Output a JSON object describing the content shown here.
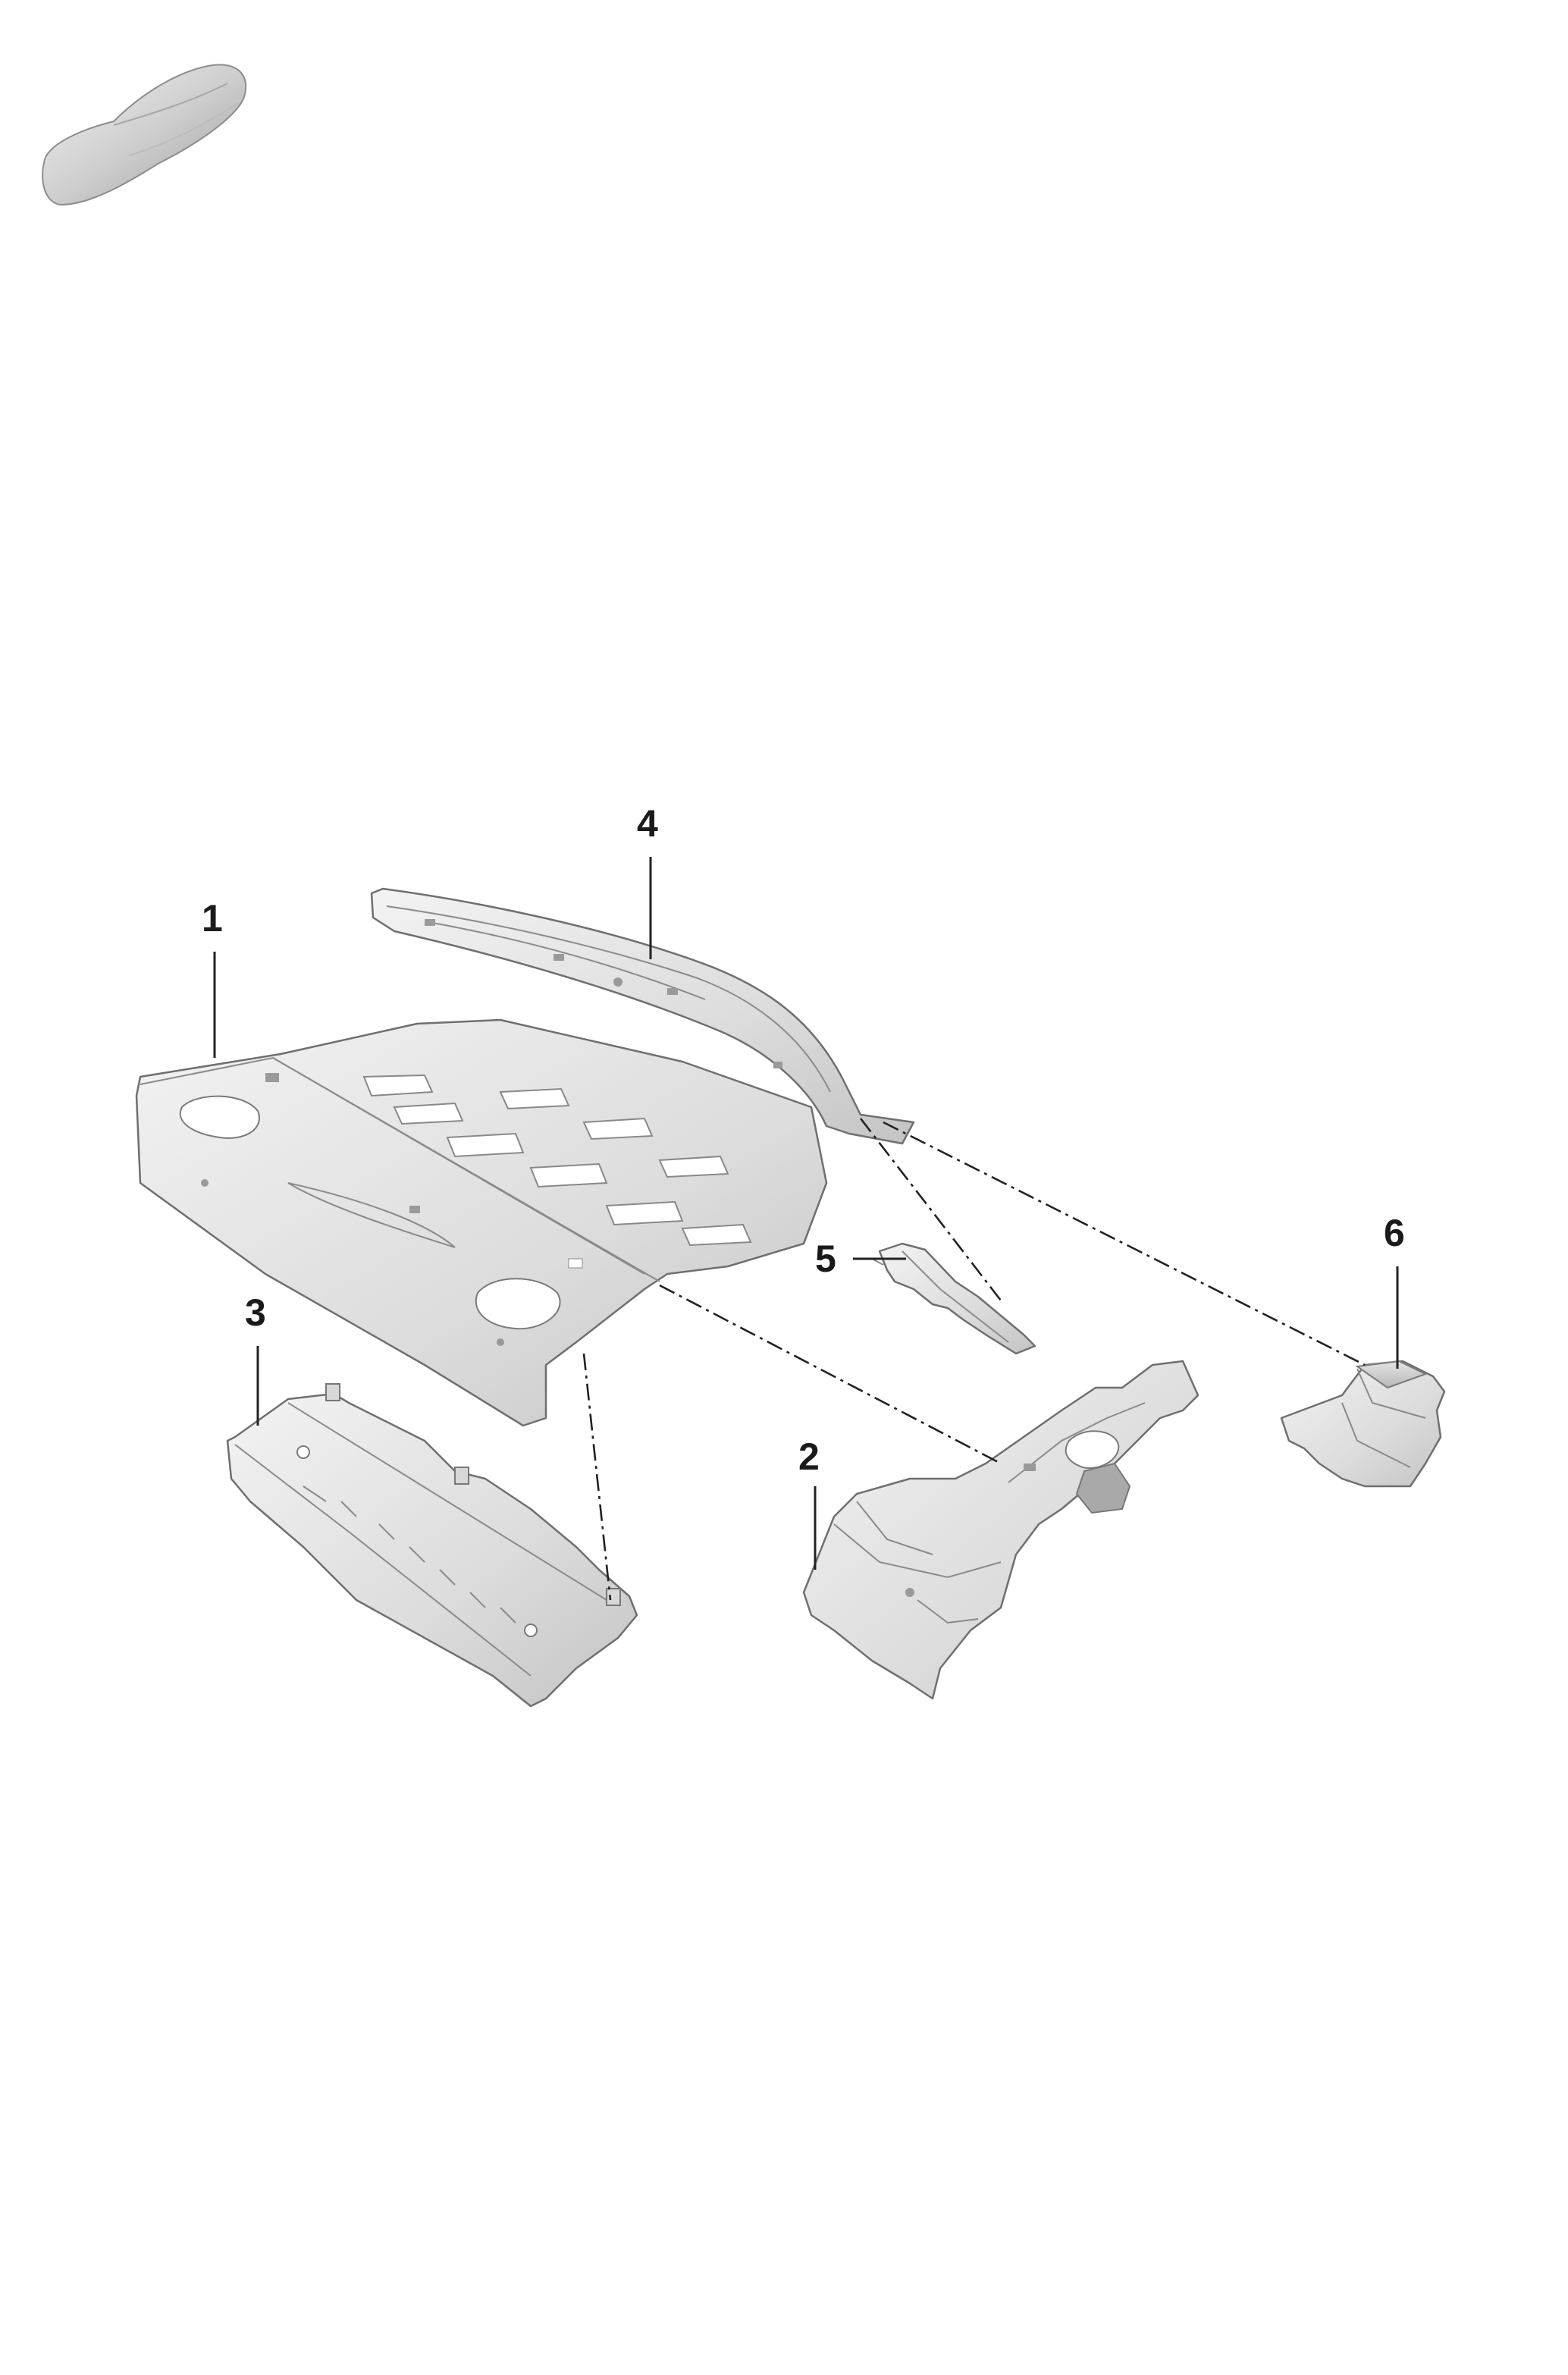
{
  "callouts": [
    {
      "id": "1",
      "label": "1"
    },
    {
      "id": "2",
      "label": "2"
    },
    {
      "id": "3",
      "label": "3"
    },
    {
      "id": "4",
      "label": "4"
    },
    {
      "id": "5",
      "label": "5"
    },
    {
      "id": "6",
      "label": "6"
    }
  ],
  "icons": {
    "vehicle_thumbnail": "car-silhouette-icon"
  },
  "colors": {
    "background": "#ffffff",
    "part_fill_light": "#ececec",
    "part_fill_mid": "#d6d6d6",
    "part_fill_dark": "#bdbdbd",
    "line": "#222222"
  }
}
